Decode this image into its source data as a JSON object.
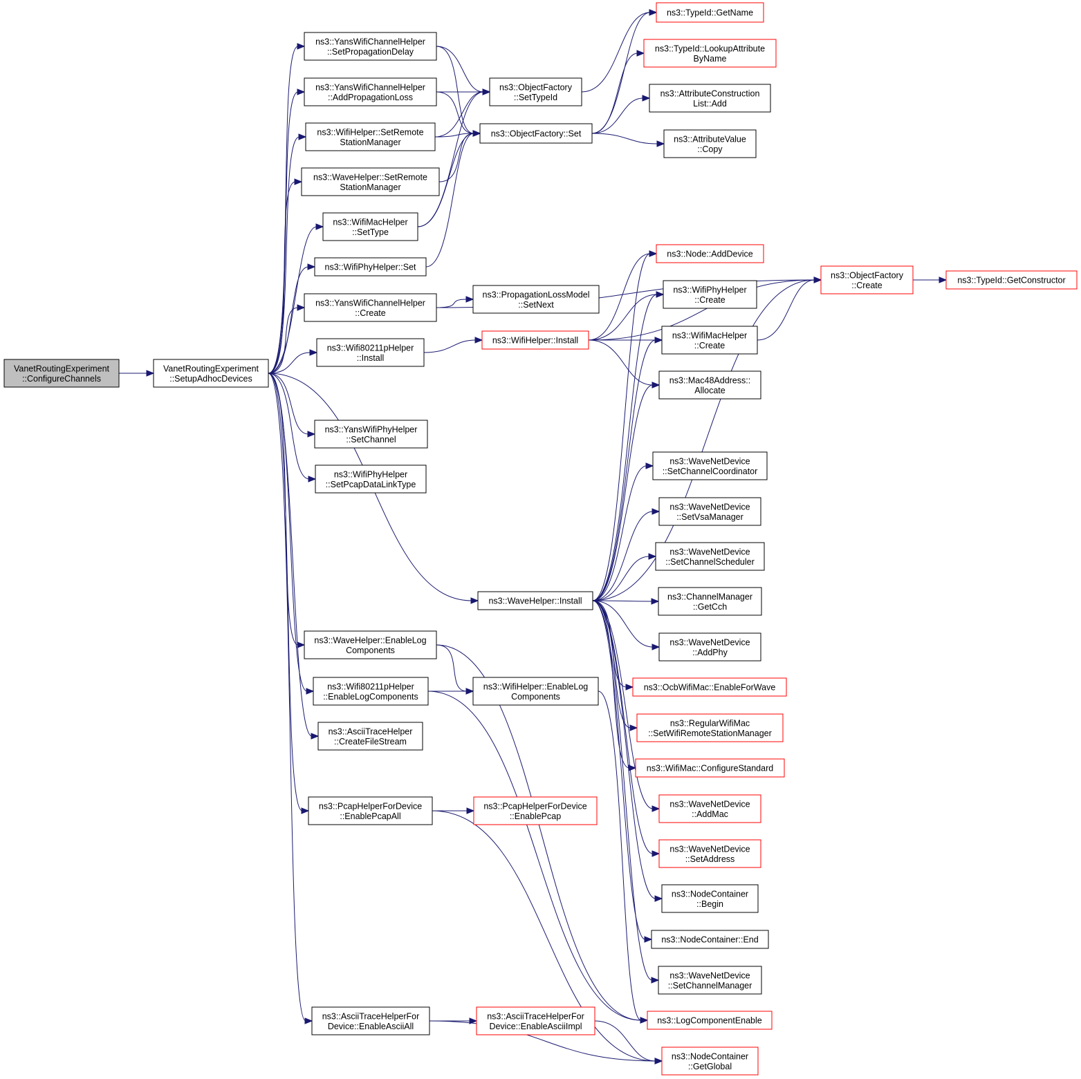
{
  "nodes": [
    {
      "id": "root",
      "lines": [
        "VanetRoutingExperiment",
        "::ConfigureChannels"
      ],
      "style": "gray"
    },
    {
      "id": "setup",
      "lines": [
        "VanetRoutingExperiment",
        "::SetupAdhocDevices"
      ],
      "style": "normal"
    },
    {
      "id": "yans_setprop",
      "lines": [
        "ns3::YansWifiChannelHelper",
        "::SetPropagationDelay"
      ],
      "style": "normal"
    },
    {
      "id": "yans_addprop",
      "lines": [
        "ns3::YansWifiChannelHelper",
        "::AddPropagationLoss"
      ],
      "style": "normal"
    },
    {
      "id": "wifi_setremote",
      "lines": [
        "ns3::WifiHelper::SetRemote",
        "StationManager"
      ],
      "style": "normal"
    },
    {
      "id": "wave_setremote",
      "lines": [
        "ns3::WaveHelper::SetRemote",
        "StationManager"
      ],
      "style": "normal"
    },
    {
      "id": "wifimac_settype",
      "lines": [
        "ns3::WifiMacHelper",
        "::SetType"
      ],
      "style": "normal"
    },
    {
      "id": "wifiphy_set",
      "lines": [
        "ns3::WifiPhyHelper::Set"
      ],
      "style": "normal"
    },
    {
      "id": "yans_create",
      "lines": [
        "ns3::YansWifiChannelHelper",
        "::Create"
      ],
      "style": "normal"
    },
    {
      "id": "w80211p_install",
      "lines": [
        "ns3::Wifi80211pHelper",
        "::Install"
      ],
      "style": "normal"
    },
    {
      "id": "yansphy_setchannel",
      "lines": [
        "ns3::YansWifiPhyHelper",
        "::SetChannel"
      ],
      "style": "normal"
    },
    {
      "id": "wifiphy_pcap",
      "lines": [
        "ns3::WifiPhyHelper",
        "::SetPcapDataLinkType"
      ],
      "style": "normal"
    },
    {
      "id": "wave_enablelog",
      "lines": [
        "ns3::WaveHelper::EnableLog",
        "Components"
      ],
      "style": "normal"
    },
    {
      "id": "w80211p_enablelog",
      "lines": [
        "ns3::Wifi80211pHelper",
        "::EnableLogComponents"
      ],
      "style": "normal"
    },
    {
      "id": "ascii_createfile",
      "lines": [
        "ns3::AsciiTraceHelper",
        "::CreateFileStream"
      ],
      "style": "normal"
    },
    {
      "id": "pcapdev_all",
      "lines": [
        "ns3::PcapHelperForDevice",
        "::EnablePcapAll"
      ],
      "style": "normal"
    },
    {
      "id": "asciidev_all",
      "lines": [
        "ns3::AsciiTraceHelperFor",
        "Device::EnableAsciiAll"
      ],
      "style": "normal"
    },
    {
      "id": "of_settypeid",
      "lines": [
        "ns3::ObjectFactory",
        "::SetTypeId"
      ],
      "style": "normal"
    },
    {
      "id": "of_set",
      "lines": [
        "ns3::ObjectFactory::Set"
      ],
      "style": "normal"
    },
    {
      "id": "proploss_setnext",
      "lines": [
        "ns3::PropagationLossModel",
        "::SetNext"
      ],
      "style": "normal"
    },
    {
      "id": "wifihelper_install",
      "lines": [
        "ns3::WifiHelper::Install"
      ],
      "style": "red"
    },
    {
      "id": "wavehelper_install",
      "lines": [
        "ns3::WaveHelper::Install"
      ],
      "style": "normal"
    },
    {
      "id": "wifihelper_enablelog",
      "lines": [
        "ns3::WifiHelper::EnableLog",
        "Components"
      ],
      "style": "normal"
    },
    {
      "id": "pcapdev_enable",
      "lines": [
        "ns3::PcapHelperForDevice",
        "::EnablePcap"
      ],
      "style": "red"
    },
    {
      "id": "asciidev_impl",
      "lines": [
        "ns3::AsciiTraceHelperFor",
        "Device::EnableAsciiImpl"
      ],
      "style": "red"
    },
    {
      "id": "typeid_getname",
      "lines": [
        "ns3::TypeId::GetName"
      ],
      "style": "red"
    },
    {
      "id": "typeid_lookup",
      "lines": [
        "ns3::TypeId::LookupAttribute",
        "ByName"
      ],
      "style": "red"
    },
    {
      "id": "attr_list_add",
      "lines": [
        "ns3::AttributeConstruction",
        "List::Add"
      ],
      "style": "normal"
    },
    {
      "id": "attrval_copy",
      "lines": [
        "ns3::AttributeValue",
        "::Copy"
      ],
      "style": "normal"
    },
    {
      "id": "node_adddevice",
      "lines": [
        "ns3::Node::AddDevice"
      ],
      "style": "red"
    },
    {
      "id": "wifiphy_create",
      "lines": [
        "ns3::WifiPhyHelper",
        "::Create"
      ],
      "style": "normal"
    },
    {
      "id": "wifimac_create",
      "lines": [
        "ns3::WifiMacHelper",
        "::Create"
      ],
      "style": "normal"
    },
    {
      "id": "mac48_allocate",
      "lines": [
        "ns3::Mac48Address::",
        "Allocate"
      ],
      "style": "normal"
    },
    {
      "id": "of_create",
      "lines": [
        "ns3::ObjectFactory",
        "::Create"
      ],
      "style": "red"
    },
    {
      "id": "typeid_getctor",
      "lines": [
        "ns3::TypeId::GetConstructor"
      ],
      "style": "red"
    },
    {
      "id": "wnd_setcc",
      "lines": [
        "ns3::WaveNetDevice",
        "::SetChannelCoordinator"
      ],
      "style": "normal"
    },
    {
      "id": "wnd_setvsa",
      "lines": [
        "ns3::WaveNetDevice",
        "::SetVsaManager"
      ],
      "style": "normal"
    },
    {
      "id": "wnd_setcs",
      "lines": [
        "ns3::WaveNetDevice",
        "::SetChannelScheduler"
      ],
      "style": "normal"
    },
    {
      "id": "cm_getcch",
      "lines": [
        "ns3::ChannelManager",
        "::GetCch"
      ],
      "style": "normal"
    },
    {
      "id": "wnd_addphy",
      "lines": [
        "ns3::WaveNetDevice",
        "::AddPhy"
      ],
      "style": "normal"
    },
    {
      "id": "ocb_enable",
      "lines": [
        "ns3::OcbWifiMac::EnableForWave"
      ],
      "style": "red"
    },
    {
      "id": "regmac_setrsm",
      "lines": [
        "ns3::RegularWifiMac",
        "::SetWifiRemoteStationManager"
      ],
      "style": "red"
    },
    {
      "id": "wifimac_cfgstd",
      "lines": [
        "ns3::WifiMac::ConfigureStandard"
      ],
      "style": "red"
    },
    {
      "id": "wnd_addmac",
      "lines": [
        "ns3::WaveNetDevice",
        "::AddMac"
      ],
      "style": "red"
    },
    {
      "id": "wnd_setaddr",
      "lines": [
        "ns3::WaveNetDevice",
        "::SetAddress"
      ],
      "style": "red"
    },
    {
      "id": "nc_begin",
      "lines": [
        "ns3::NodeContainer",
        "::Begin"
      ],
      "style": "normal"
    },
    {
      "id": "nc_end",
      "lines": [
        "ns3::NodeContainer::End"
      ],
      "style": "normal"
    },
    {
      "id": "wnd_setcm",
      "lines": [
        "ns3::WaveNetDevice",
        "::SetChannelManager"
      ],
      "style": "normal"
    },
    {
      "id": "log_enable",
      "lines": [
        "ns3::LogComponentEnable"
      ],
      "style": "red"
    },
    {
      "id": "nc_getglobal",
      "lines": [
        "ns3::NodeContainer",
        "::GetGlobal"
      ],
      "style": "red"
    }
  ],
  "edges": [
    [
      "root",
      "setup"
    ],
    [
      "setup",
      "yans_setprop"
    ],
    [
      "setup",
      "yans_addprop"
    ],
    [
      "setup",
      "wifi_setremote"
    ],
    [
      "setup",
      "wave_setremote"
    ],
    [
      "setup",
      "wifimac_settype"
    ],
    [
      "setup",
      "wifiphy_set"
    ],
    [
      "setup",
      "yans_create"
    ],
    [
      "setup",
      "w80211p_install"
    ],
    [
      "setup",
      "wavehelper_install"
    ],
    [
      "setup",
      "yansphy_setchannel"
    ],
    [
      "setup",
      "wifiphy_pcap"
    ],
    [
      "setup",
      "wave_enablelog"
    ],
    [
      "setup",
      "w80211p_enablelog"
    ],
    [
      "setup",
      "ascii_createfile"
    ],
    [
      "setup",
      "pcapdev_all"
    ],
    [
      "setup",
      "asciidev_all"
    ],
    [
      "yans_setprop",
      "of_settypeid"
    ],
    [
      "yans_setprop",
      "of_set"
    ],
    [
      "yans_addprop",
      "of_settypeid"
    ],
    [
      "yans_addprop",
      "of_set"
    ],
    [
      "wifi_setremote",
      "of_settypeid"
    ],
    [
      "wifi_setremote",
      "of_set"
    ],
    [
      "wave_setremote",
      "of_set"
    ],
    [
      "wifimac_settype",
      "of_settypeid"
    ],
    [
      "wifimac_settype",
      "of_set"
    ],
    [
      "wifiphy_set",
      "of_set"
    ],
    [
      "of_settypeid",
      "typeid_getname"
    ],
    [
      "of_set",
      "typeid_getname"
    ],
    [
      "of_set",
      "typeid_lookup"
    ],
    [
      "of_set",
      "attr_list_add"
    ],
    [
      "of_set",
      "attrval_copy"
    ],
    [
      "yans_create",
      "proploss_setnext"
    ],
    [
      "yans_create",
      "of_create"
    ],
    [
      "w80211p_install",
      "wifihelper_install"
    ],
    [
      "wifihelper_install",
      "node_adddevice"
    ],
    [
      "wifihelper_install",
      "wifiphy_create"
    ],
    [
      "wifihelper_install",
      "wifimac_create"
    ],
    [
      "wifihelper_install",
      "mac48_allocate"
    ],
    [
      "wifihelper_install",
      "of_create"
    ],
    [
      "wifimac_create",
      "of_create"
    ],
    [
      "of_create",
      "typeid_getctor"
    ],
    [
      "wavehelper_install",
      "node_adddevice"
    ],
    [
      "wavehelper_install",
      "wifiphy_create"
    ],
    [
      "wavehelper_install",
      "wifimac_create"
    ],
    [
      "wavehelper_install",
      "mac48_allocate"
    ],
    [
      "wavehelper_install",
      "of_create"
    ],
    [
      "wavehelper_install",
      "wnd_setcc"
    ],
    [
      "wavehelper_install",
      "wnd_setvsa"
    ],
    [
      "wavehelper_install",
      "wnd_setcs"
    ],
    [
      "wavehelper_install",
      "cm_getcch"
    ],
    [
      "wavehelper_install",
      "wnd_addphy"
    ],
    [
      "wavehelper_install",
      "ocb_enable"
    ],
    [
      "wavehelper_install",
      "regmac_setrsm"
    ],
    [
      "wavehelper_install",
      "wifimac_cfgstd"
    ],
    [
      "wavehelper_install",
      "wnd_addmac"
    ],
    [
      "wavehelper_install",
      "wnd_setaddr"
    ],
    [
      "wavehelper_install",
      "nc_begin"
    ],
    [
      "wavehelper_install",
      "nc_end"
    ],
    [
      "wavehelper_install",
      "wnd_setcm"
    ],
    [
      "wave_enablelog",
      "wifihelper_enablelog"
    ],
    [
      "wave_enablelog",
      "log_enable"
    ],
    [
      "w80211p_enablelog",
      "wifihelper_enablelog"
    ],
    [
      "w80211p_enablelog",
      "log_enable"
    ],
    [
      "wifihelper_enablelog",
      "log_enable"
    ],
    [
      "pcapdev_all",
      "pcapdev_enable"
    ],
    [
      "pcapdev_all",
      "nc_getglobal"
    ],
    [
      "asciidev_all",
      "asciidev_impl"
    ],
    [
      "asciidev_all",
      "nc_getglobal"
    ],
    [
      "asciidev_impl",
      "nc_getglobal"
    ]
  ]
}
